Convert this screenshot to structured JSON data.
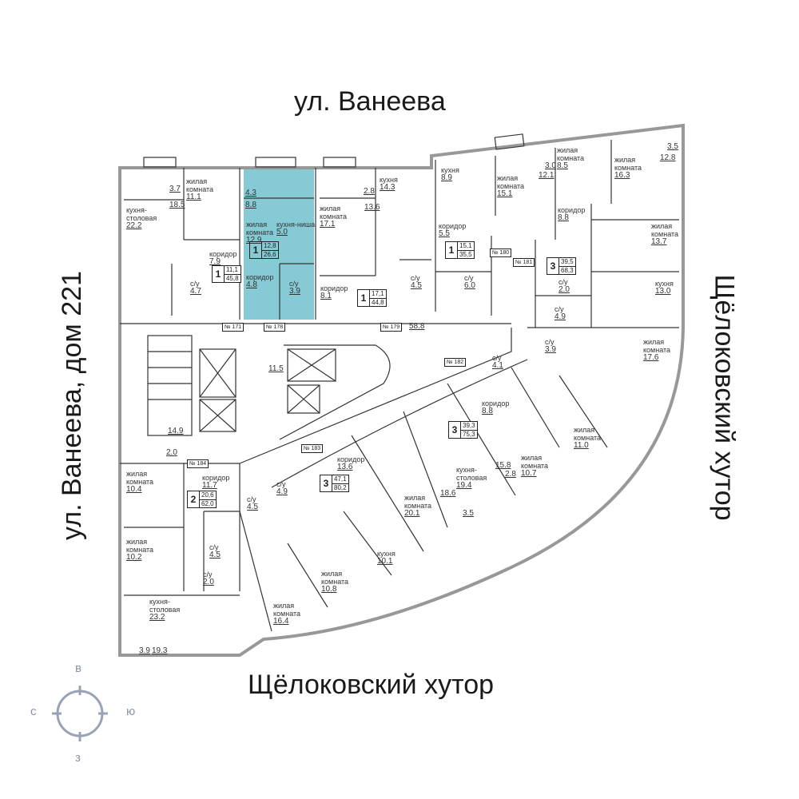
{
  "streets": {
    "top": "ул. Ванеева",
    "left": "ул. Ванеева, дом 221",
    "right": "Щёлоковский хутор",
    "bottom": "Щёлоковский хутор"
  },
  "compass": {
    "north": "в",
    "west": "с",
    "east": "ю",
    "south": "з"
  },
  "highlight_color": "#5cb8c5",
  "rooms": [
    {
      "label": "",
      "area": "3.7"
    },
    {
      "label": "жилая комната",
      "area": "11.1"
    },
    {
      "label": "кухня-столовая",
      "area": "22.2"
    },
    {
      "label": "",
      "area": "18.5"
    },
    {
      "label": "коридор",
      "area": "7.9"
    },
    {
      "label": "с/у",
      "area": "4.7"
    },
    {
      "label": "",
      "area": "4.3"
    },
    {
      "label": "",
      "area": "8.8"
    },
    {
      "label": "жилая комната",
      "area": "12.9"
    },
    {
      "label": "кухня-ниша",
      "area": "5.0"
    },
    {
      "label": "коридор",
      "area": "4.8"
    },
    {
      "label": "с/у",
      "area": "3.9"
    },
    {
      "label": "жилая комната",
      "area": "17.1"
    },
    {
      "label": "",
      "area": "2.8"
    },
    {
      "label": "",
      "area": "13.6"
    },
    {
      "label": "кухня",
      "area": "14.3"
    },
    {
      "label": "коридор",
      "area": "8.1"
    },
    {
      "label": "с/у",
      "area": "4.5"
    },
    {
      "label": "кухня",
      "area": "8.9"
    },
    {
      "label": "жилая комната",
      "area": "15.1"
    },
    {
      "label": "",
      "area": "3.0"
    },
    {
      "label": "",
      "area": "12.1"
    },
    {
      "label": "коридор",
      "area": "5.5"
    },
    {
      "label": "с/у",
      "area": "6.0"
    },
    {
      "label": "жилая комната",
      "area": "8.5"
    },
    {
      "label": "жилая комната",
      "area": "16.3"
    },
    {
      "label": "",
      "area": "3.5"
    },
    {
      "label": "",
      "area": "12.8"
    },
    {
      "label": "коридор",
      "area": "8.8"
    },
    {
      "label": "жилая комната",
      "area": "13.7"
    },
    {
      "label": "с/у",
      "area": "2.0"
    },
    {
      "label": "с/у",
      "area": "4.9"
    },
    {
      "label": "кухня",
      "area": "13.0"
    },
    {
      "label": "жилая комната",
      "area": "17.6"
    },
    {
      "label": "",
      "area": "58.8"
    },
    {
      "label": "с/у",
      "area": "3.9"
    },
    {
      "label": "с/у",
      "area": "4.1"
    },
    {
      "label": "",
      "area": "11.5"
    },
    {
      "label": "",
      "area": "14.9"
    },
    {
      "label": "",
      "area": "2.0"
    },
    {
      "label": "жилая комната",
      "area": "10.4"
    },
    {
      "label": "коридор",
      "area": "11.7"
    },
    {
      "label": "с/у",
      "area": "4.9"
    },
    {
      "label": "с/у",
      "area": "4.5"
    },
    {
      "label": "жилая комната",
      "area": "10.2"
    },
    {
      "label": "с/у",
      "area": "4.5"
    },
    {
      "label": "с/у",
      "area": "2.0"
    },
    {
      "label": "кухня-столовая",
      "area": "23.2"
    },
    {
      "label": "жилая комната",
      "area": "16.4"
    },
    {
      "label": "",
      "area": "3.9"
    },
    {
      "label": "",
      "area": "19.3"
    },
    {
      "label": "коридор",
      "area": "13.6"
    },
    {
      "label": "жилая комната",
      "area": "20.1"
    },
    {
      "label": "",
      "area": "18.6"
    },
    {
      "label": "",
      "area": "3.5"
    },
    {
      "label": "кухня",
      "area": "10.1"
    },
    {
      "label": "жилая комната",
      "area": "10.8"
    },
    {
      "label": "кухня-столовая",
      "area": "19.4"
    },
    {
      "label": "коридор",
      "area": "8.8"
    },
    {
      "label": "",
      "area": "15.8"
    },
    {
      "label": "",
      "area": "2.8"
    },
    {
      "label": "жилая комната",
      "area": "10.7"
    },
    {
      "label": "жилая комната",
      "area": "11.0"
    }
  ],
  "apartments": [
    {
      "rooms": "1",
      "living": "11,1",
      "total": "45,8"
    },
    {
      "rooms": "1",
      "living": "12,8",
      "total": "26,6",
      "selected": true
    },
    {
      "rooms": "1",
      "living": "17,1",
      "total": "44,8"
    },
    {
      "rooms": "1",
      "living": "15,1",
      "total": "35,5"
    },
    {
      "rooms": "3",
      "living": "39,5",
      "total": "68,3"
    },
    {
      "rooms": "2",
      "living": "20,6",
      "total": "62,0"
    },
    {
      "rooms": "3",
      "living": "47,1",
      "total": "80,2"
    },
    {
      "rooms": "3",
      "living": "39,3",
      "total": "75,3"
    }
  ],
  "apartment_numbers": [
    "№ 171",
    "№ 178",
    "№ 179",
    "№ 180",
    "№ 181",
    "№ 182",
    "№ 183",
    "№ 184"
  ]
}
